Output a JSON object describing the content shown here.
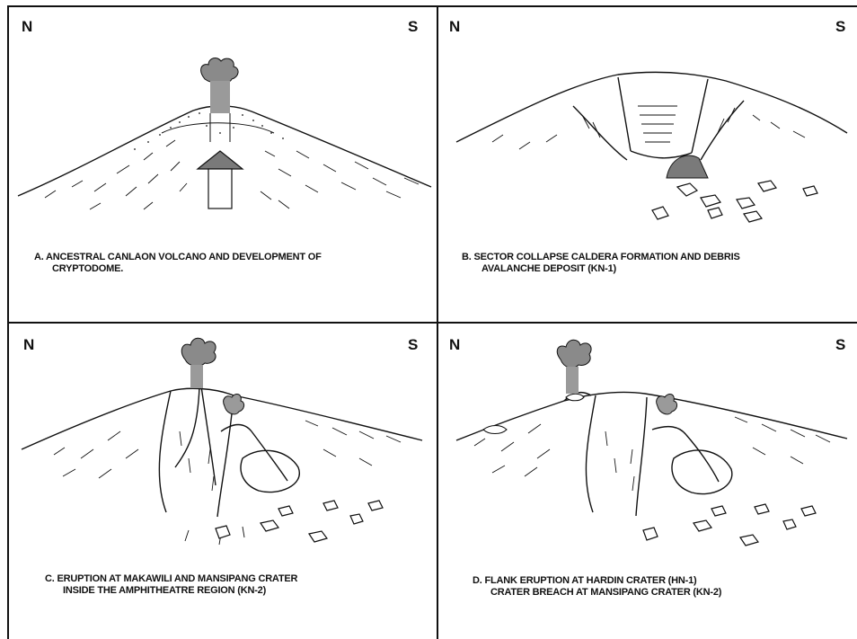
{
  "figure": {
    "panels": [
      {
        "id": "A",
        "north": "N",
        "south": "S",
        "caption_line1": "A.  ANCESTRAL CANLAON VOLCANO AND DEVELOPMENT OF",
        "caption_line2": "CRYPTODOME."
      },
      {
        "id": "B",
        "north": "N",
        "south": "S",
        "caption_line1": "B.   SECTOR COLLAPSE CALDERA FORMATION AND DEBRIS",
        "caption_line2": "AVALANCHE DEPOSIT (KN-1)"
      },
      {
        "id": "C",
        "north": "N",
        "south": "S",
        "caption_line1": "C.   ERUPTION AT MAKAWILI AND MANSIPANG CRATER",
        "caption_line2": "INSIDE THE AMPHITHEATRE REGION (KN-2)"
      },
      {
        "id": "D",
        "north": "N",
        "south": "S",
        "caption_line1": "D.   FLANK ERUPTION AT HARDIN CRATER (HN-1)",
        "caption_line2": "CRATER BREACH AT MANSIPANG CRATER (KN-2)"
      }
    ]
  },
  "colors": {
    "line": "#111111",
    "smoke": "#8a8a8a",
    "arrow": "#7a7a7a",
    "background": "#ffffff"
  }
}
